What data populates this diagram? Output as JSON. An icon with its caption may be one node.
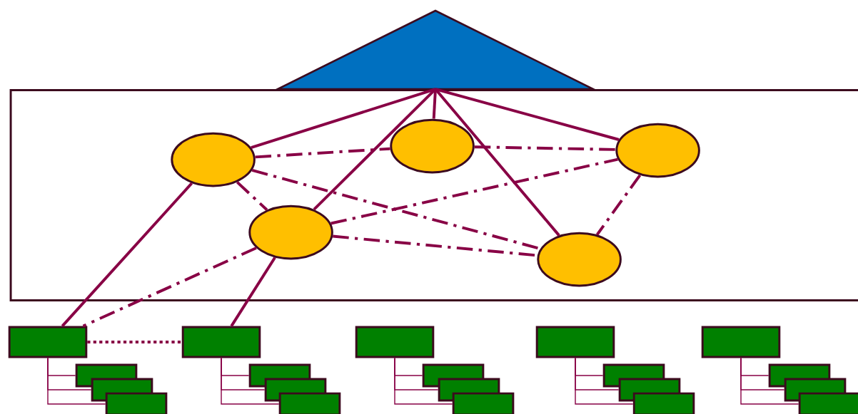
{
  "diagram": {
    "nodes": [
      {
        "text": [],
        "shape": "triangle"
      },
      {
        "text": [],
        "shape": "box"
      },
      {
        "text": [],
        "shape": "ellipse",
        "in": 1
      },
      {
        "text": [],
        "shape": "ellipse",
        "in": 1
      },
      {
        "text": [],
        "shape": "ellipse",
        "in": 1
      },
      {
        "text": [],
        "shape": "ellipse",
        "in": 1
      },
      {
        "text": [],
        "shape": "ellipse",
        "in": 1
      },
      {
        "text": [],
        "shape": "box"
      },
      {
        "text": [],
        "shape": "box"
      },
      {
        "text": [],
        "shape": "box"
      },
      {
        "text": [],
        "shape": "box"
      },
      {
        "text": [],
        "shape": "box"
      },
      {
        "text": [],
        "shape": "box"
      },
      {
        "text": [],
        "shape": "box"
      },
      {
        "text": [],
        "shape": "box"
      },
      {
        "text": [],
        "shape": "box"
      },
      {
        "text": [],
        "shape": "box"
      },
      {
        "text": [],
        "shape": "box"
      },
      {
        "text": [],
        "shape": "box"
      },
      {
        "text": [],
        "shape": "box"
      },
      {
        "text": [],
        "shape": "box"
      },
      {
        "text": [],
        "shape": "box"
      },
      {
        "text": [],
        "shape": "box"
      },
      {
        "text": [],
        "shape": "box"
      },
      {
        "text": [],
        "shape": "box"
      },
      {
        "text": [],
        "shape": "box"
      },
      {
        "text": [],
        "shape": "box"
      }
    ],
    "edges": [
      {
        "from": 0,
        "to": 2,
        "arrow": "none"
      },
      {
        "from": 0,
        "to": 3,
        "arrow": "none"
      },
      {
        "from": 0,
        "to": 4,
        "arrow": "none"
      },
      {
        "from": 0,
        "to": 6,
        "arrow": "none"
      },
      {
        "from": 0,
        "to": 5,
        "arrow": "none"
      },
      {
        "from": 2,
        "to": 7,
        "arrow": "none"
      },
      {
        "from": 5,
        "to": 8,
        "arrow": "none"
      },
      {
        "from": 2,
        "to": 3,
        "arrow": "none",
        "style": "dashed"
      },
      {
        "from": 3,
        "to": 4,
        "arrow": "none",
        "style": "dashed"
      },
      {
        "from": 2,
        "to": 5,
        "arrow": "none",
        "style": "dashed"
      },
      {
        "from": 2,
        "to": 6,
        "arrow": "none",
        "style": "dashed"
      },
      {
        "from": 5,
        "to": 4,
        "arrow": "none",
        "style": "dashed"
      },
      {
        "from": 5,
        "to": 6,
        "arrow": "none",
        "style": "dashed"
      },
      {
        "from": 4,
        "to": 6,
        "arrow": "none",
        "style": "dashed"
      },
      {
        "from": 5,
        "to": 7,
        "arrow": "none",
        "style": "dashed"
      },
      {
        "from": 7,
        "to": 8,
        "arrow": "none",
        "style": "dashed"
      },
      {
        "from": 7,
        "to": 12,
        "arrow": "none"
      },
      {
        "from": 7,
        "to": 13,
        "arrow": "none"
      },
      {
        "from": 7,
        "to": 14,
        "arrow": "none"
      },
      {
        "from": 8,
        "to": 15,
        "arrow": "none"
      },
      {
        "from": 8,
        "to": 16,
        "arrow": "none"
      },
      {
        "from": 8,
        "to": 17,
        "arrow": "none"
      },
      {
        "from": 9,
        "to": 18,
        "arrow": "none"
      },
      {
        "from": 9,
        "to": 19,
        "arrow": "none"
      },
      {
        "from": 9,
        "to": 20,
        "arrow": "none"
      },
      {
        "from": 10,
        "to": 21,
        "arrow": "none"
      },
      {
        "from": 10,
        "to": 22,
        "arrow": "none"
      },
      {
        "from": 10,
        "to": 23,
        "arrow": "none"
      },
      {
        "from": 11,
        "to": 24,
        "arrow": "none"
      },
      {
        "from": 11,
        "to": 25,
        "arrow": "none"
      },
      {
        "from": 11,
        "to": 26,
        "arrow": "none"
      }
    ]
  }
}
